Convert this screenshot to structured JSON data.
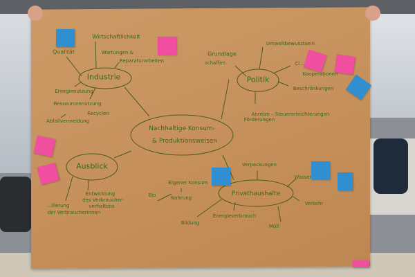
{
  "mindmap": {
    "center": {
      "line1": "Nachhaltige Konsum-",
      "line2": "& Produktionsweisen"
    },
    "industrie": {
      "label": "Industrie",
      "items": [
        "Qualität",
        "Wirtschaftlichkeit",
        "Wartungen &",
        "Reparaturarbeiten",
        "Energienutzung",
        "Ressourcennutzung",
        "Recyclen",
        "Abfallvermeidung"
      ]
    },
    "politik": {
      "label": "Politik",
      "items": [
        "Grundlage",
        "schaffen",
        "Umweltbewusstsein",
        "Cl...",
        "Kooperationen",
        "Beschränkungen",
        "Anreize – Steuererleichterungen",
        "Förderungen"
      ]
    },
    "ausblick": {
      "label": "Ausblick",
      "items": [
        "Entwicklung",
        "des Verbraucher-",
        "verhaltens",
        "...ilierung",
        "der Verbraucherinnen"
      ]
    },
    "privathaushalte": {
      "label": "Privathaushalte",
      "items": [
        "Verpackungen",
        "Wasser",
        "Verkehr",
        "Müll",
        "Energieverbrauch",
        "Bildung",
        "Eigener Konsum",
        "Nahrung",
        "Bio"
      ]
    }
  },
  "colors": {
    "paper": "#c58f5a",
    "ink": "#2f6b1e",
    "sticky_blue": "#2f8fd0",
    "sticky_pink": "#f04fa0"
  }
}
